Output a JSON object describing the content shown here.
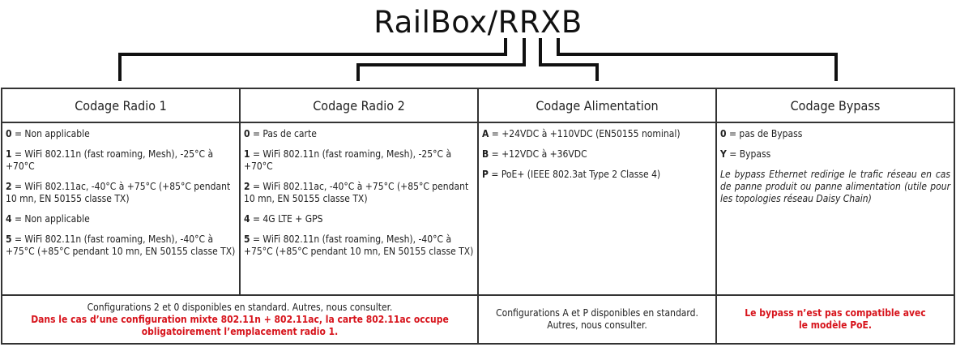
{
  "title": "RailBox/RRXB",
  "columns": [
    {
      "header": "Codage Radio 1",
      "items": [
        {
          "code": "0",
          "text": " = Non applicable"
        },
        {
          "code": "1",
          "text": " = WiFi 802.11n (fast roaming, Mesh), -25°C à +70°C"
        },
        {
          "code": "2",
          "text": " = WiFi 802.11ac, -40°C à +75°C (+85°C pendant 10 mn, EN 50155 classe TX)"
        },
        {
          "code": "4",
          "text": " = Non applicable"
        },
        {
          "code": "5",
          "text": " = WiFi 802.11n (fast roaming, Mesh), -40°C à +75°C (+85°C pendant 10 mn, EN 50155 classe TX)"
        }
      ]
    },
    {
      "header": "Codage Radio 2",
      "items": [
        {
          "code": "0",
          "text": " = Pas de carte"
        },
        {
          "code": "1",
          "text": " = WiFi 802.11n (fast roaming, Mesh), -25°C à +70°C"
        },
        {
          "code": "2",
          "text": " = WiFi 802.11ac, -40°C à +75°C (+85°C pendant 10 mn, EN 50155 classe TX)"
        },
        {
          "code": "4",
          "text": " = 4G LTE + GPS"
        },
        {
          "code": "5",
          "text": " = WiFi 802.11n (fast roaming, Mesh), -40°C à +75°C (+85°C pendant 10 mn, EN 50155 classe TX)"
        }
      ]
    },
    {
      "header": "Codage Alimentation",
      "items": [
        {
          "code": "A",
          "text": " = +24VDC à +110VDC (EN50155 nominal)"
        },
        {
          "code": "B",
          "text": " = +12VDC à +36VDC"
        },
        {
          "code": "P",
          "text": " = PoE+ (IEEE 802.3at Type 2 Classe 4)"
        }
      ]
    },
    {
      "header": "Codage Bypass",
      "items": [
        {
          "code": "0",
          "text": " = pas de Bypass"
        },
        {
          "code": "Y",
          "text": " = Bypass"
        }
      ],
      "note": "Le bypass Ethernet redirige le trafic réseau en cas de panne produit ou panne alimentation (utile pour les topologies réseau Daisy Chain)"
    }
  ],
  "footer": {
    "radio_note": "Configurations 2 et 0 disponibles en standard. Autres, nous consulter.",
    "radio_warning_1": "Dans le cas d’une configuration mixte 802.11n + 802.11ac, la carte 802.11ac occupe",
    "radio_warning_2": "obligatoirement l’emplacement radio 1.",
    "power_note_1": "Configurations A et P disponibles en standard.",
    "power_note_2": "Autres, nous consulter.",
    "bypass_warning_1": "Le bypass n’est pas compatible avec",
    "bypass_warning_2": "le modèle PoE."
  },
  "colors": {
    "warning": "#d7141c",
    "text": "#222222"
  }
}
